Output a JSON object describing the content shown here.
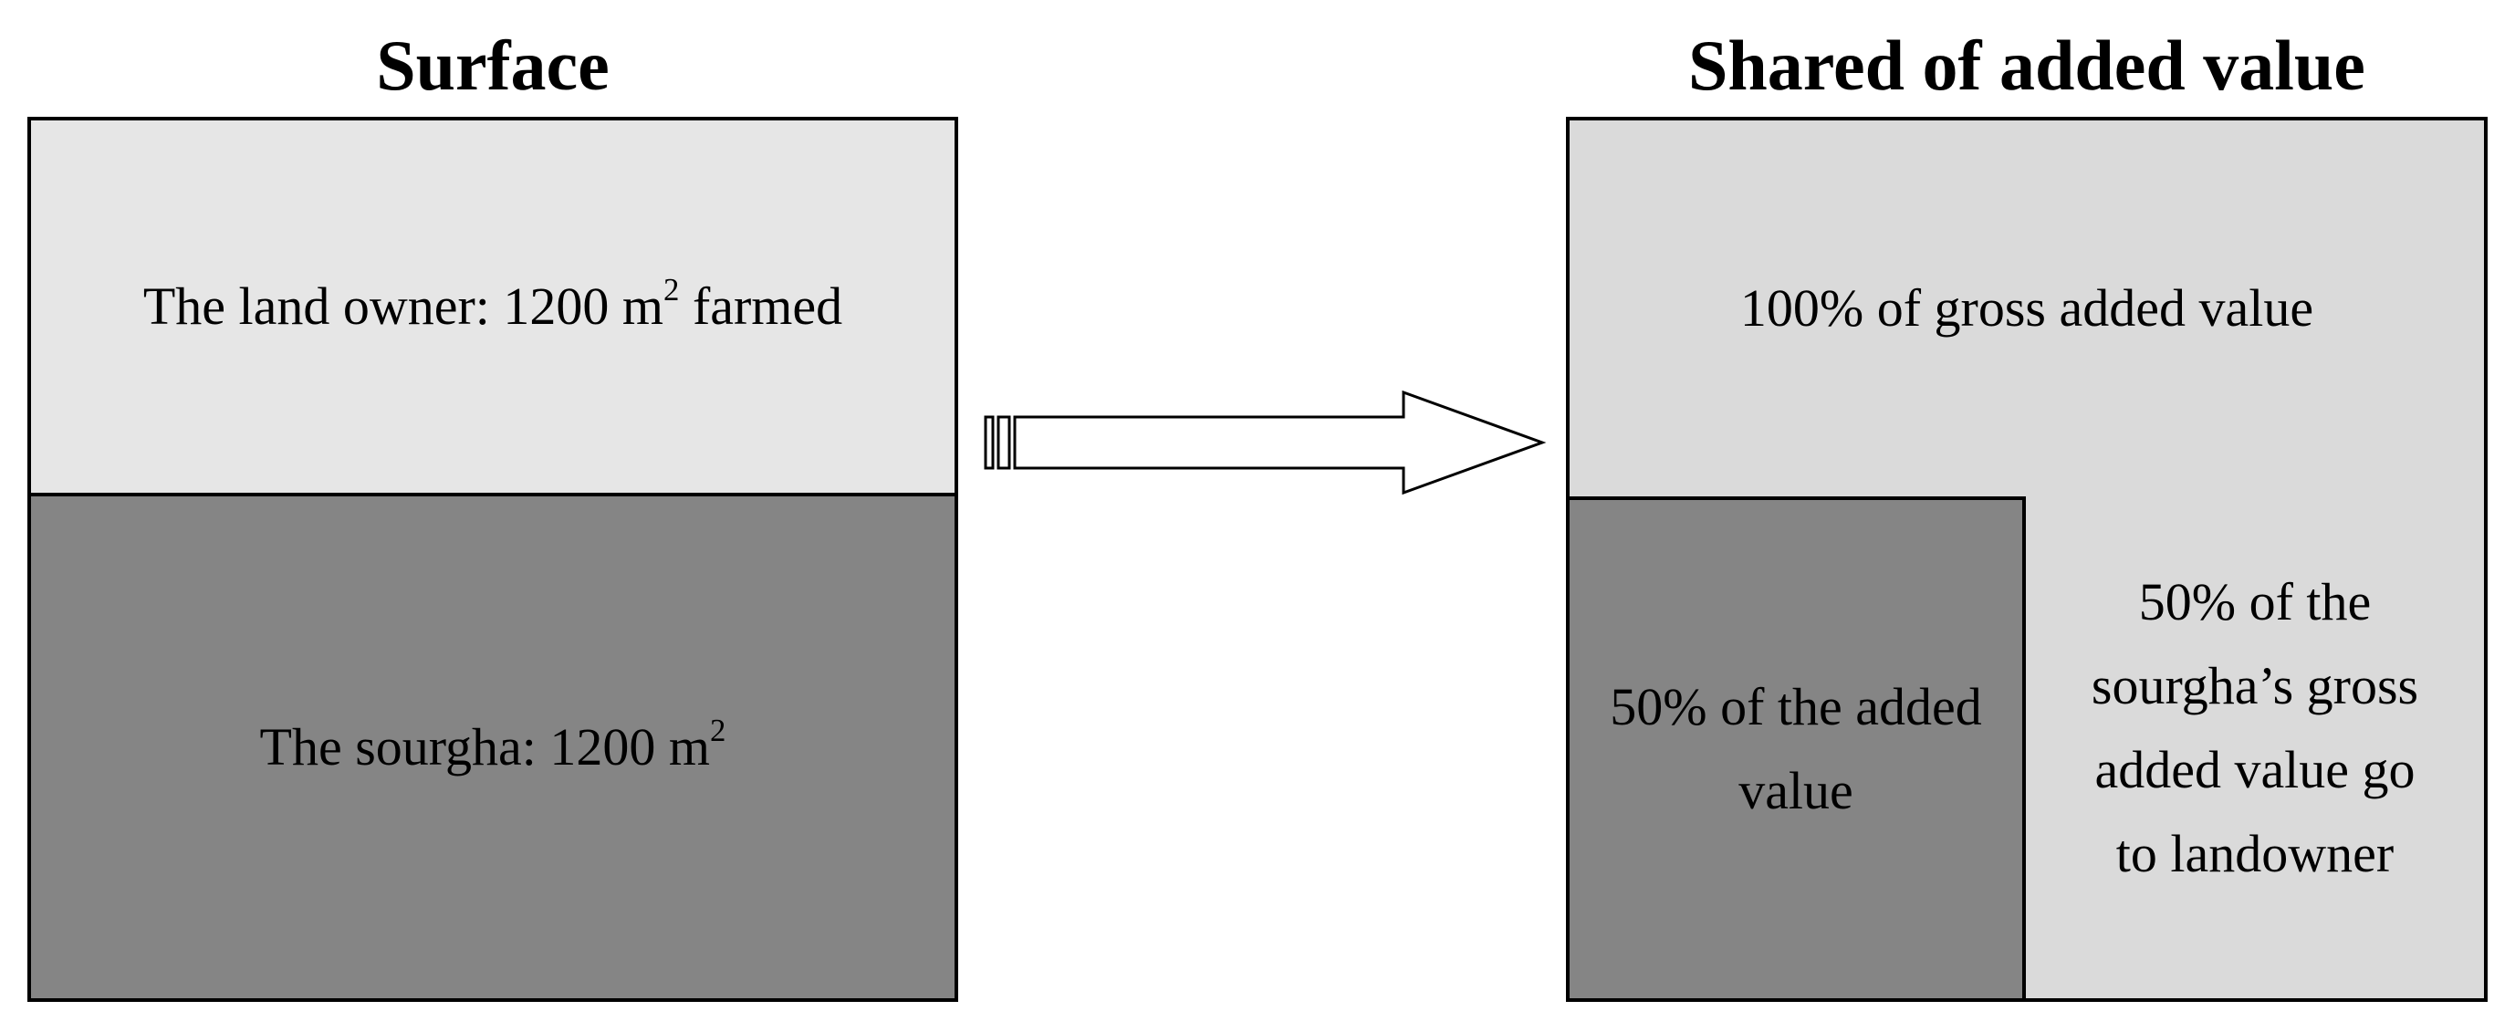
{
  "titles": {
    "left": "Surface",
    "right": "Shared of added value"
  },
  "surface": {
    "landowner_label": "The land owner: 1200 m",
    "landowner_sup": "2",
    "landowner_suffix": " farmed",
    "sourgha_label": "The sourgha: 1200 m",
    "sourgha_sup": "2"
  },
  "value_share": {
    "full_label": "100% of gross added value",
    "half_label": "50% of the added value",
    "landowner_label": "50% of the sourgha’s gross added value go to landowner"
  },
  "colors": {
    "light_fill": "#e6e6e6",
    "dark_fill": "#858585",
    "value_fill": "#dadada",
    "stroke": "#000000"
  }
}
